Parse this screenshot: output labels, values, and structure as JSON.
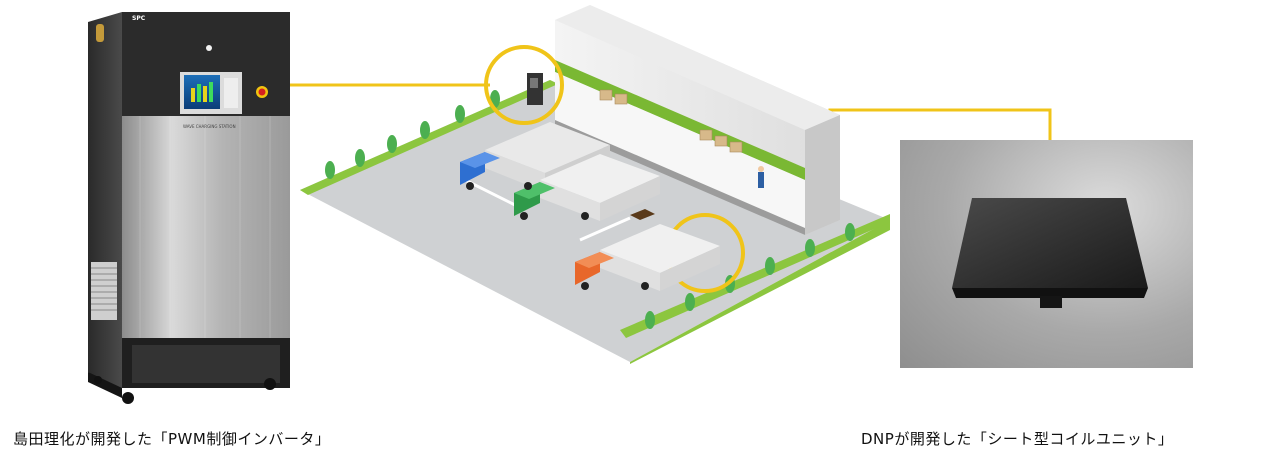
{
  "captions": {
    "left": "島田理化が開発した「PWM制御インバータ」",
    "right": "DNPが開発した「シート型コイルユニット」"
  },
  "cabinet": {
    "brand": "SPC",
    "label": "WAVE CHARGING STATION"
  },
  "colors": {
    "callout": "#f0c419",
    "grass": "#8cc63f",
    "ground": "#d0d2d4",
    "roof_stripe": "#7ab833"
  }
}
